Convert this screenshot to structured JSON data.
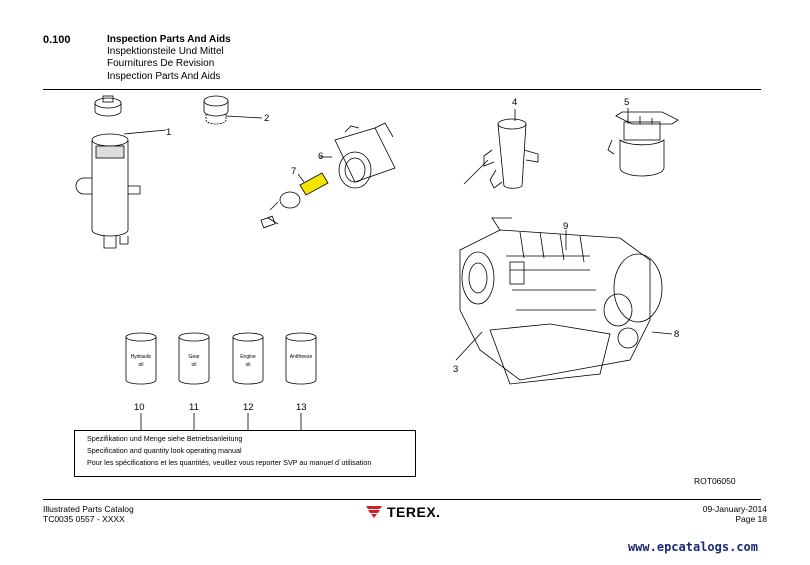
{
  "section": {
    "number": "0.100",
    "titles": [
      "Inspection Parts And Aids",
      "Inspektionsteile Und Mittel",
      "Fournitures De Revision",
      "Inspection Parts And Aids"
    ]
  },
  "callouts": [
    "1",
    "2",
    "3",
    "4",
    "5",
    "6",
    "7",
    "8",
    "9",
    "10",
    "11",
    "12",
    "13"
  ],
  "cans": [
    "Hydraulic oil",
    "Gear oil",
    "Engine oil",
    "Antifreeze"
  ],
  "notes": [
    "Spezifikation und Menge siehe Betriebsanleitung",
    "Specification and quantity look operating manual",
    "Pour les spécifications et les quantités, veuillez vous reporter SVP au manuel d´utilisation"
  ],
  "figure_code": "ROT06050",
  "footer": {
    "left_line1": "Illustrated Parts Catalog",
    "left_line2": "TC0035 0557 - XXXX",
    "logo_text": "TEREX.",
    "date": "09-January-2014",
    "page": "Page 18"
  },
  "watermark": "www.epcatalogs.com",
  "colors": {
    "logo_red": "#d32027",
    "watermark_blue": "#1b2a78",
    "filter_yellow": "#f2e600"
  }
}
